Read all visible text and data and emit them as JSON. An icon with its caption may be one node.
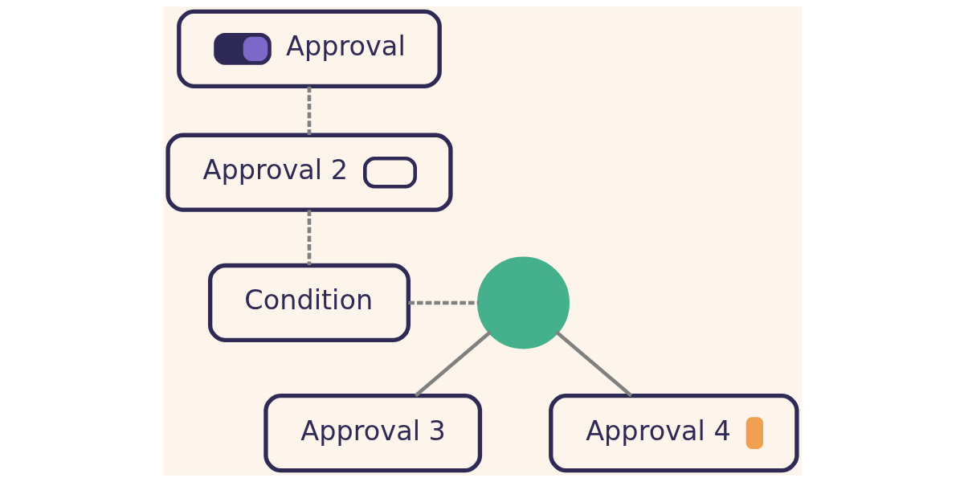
{
  "diagram": {
    "nodes": [
      {
        "text": [
          "Approval"
        ]
      },
      {
        "text": [
          "Approval 2"
        ]
      },
      {
        "text": [
          "Condition"
        ]
      },
      {
        "text": [],
        "shape": "circle"
      },
      {
        "text": [
          "Approval 3"
        ]
      },
      {
        "text": [
          "Approval 4"
        ]
      }
    ],
    "edges": [
      {
        "from": 0,
        "to": 1,
        "arrow": "none",
        "style": "dashed"
      },
      {
        "from": 1,
        "to": 2,
        "arrow": "none",
        "style": "dashed"
      },
      {
        "from": 2,
        "to": 3,
        "arrow": "none",
        "style": "dashed"
      },
      {
        "from": 3,
        "to": 4,
        "arrow": "none"
      },
      {
        "from": 3,
        "to": 5,
        "arrow": "none"
      }
    ]
  }
}
